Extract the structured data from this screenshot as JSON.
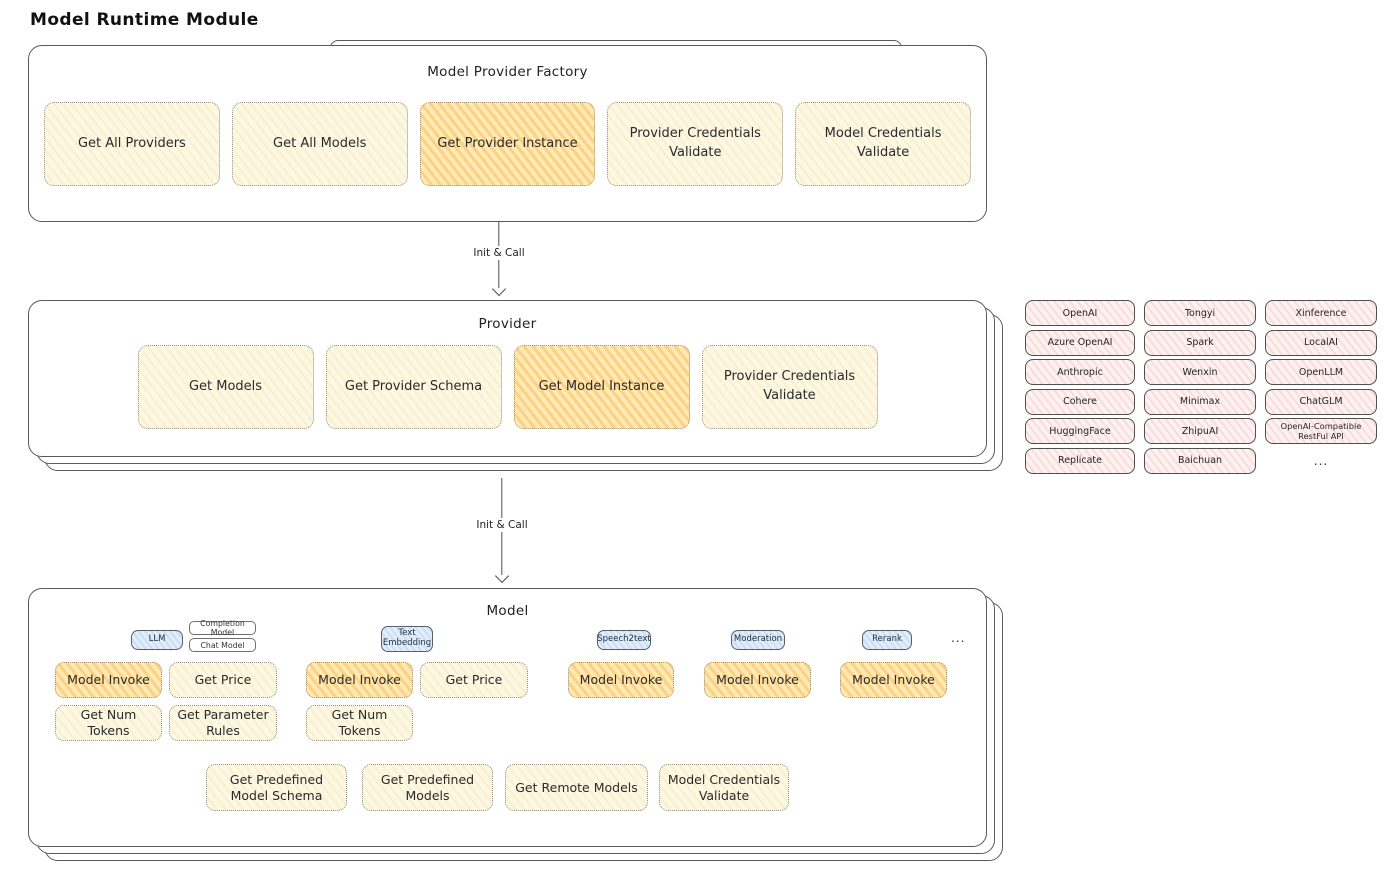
{
  "page": {
    "title": "Model Runtime Module"
  },
  "factory": {
    "title": "Model Provider Factory",
    "buttons": [
      {
        "label": "Get All Providers",
        "highlighted": false
      },
      {
        "label": "Get All Models",
        "highlighted": false
      },
      {
        "label": "Get Provider Instance",
        "highlighted": true
      },
      {
        "label": "Provider Credentials Validate",
        "highlighted": false
      },
      {
        "label": "Model Credentials Validate",
        "highlighted": false
      }
    ]
  },
  "arrows": [
    {
      "label": "Init & Call"
    },
    {
      "label": "Init & Call"
    }
  ],
  "provider": {
    "title": "Provider",
    "buttons": [
      {
        "label": "Get Models",
        "highlighted": false
      },
      {
        "label": "Get Provider Schema",
        "highlighted": false
      },
      {
        "label": "Get Model Instance",
        "highlighted": true
      },
      {
        "label": "Provider Credentials Validate",
        "highlighted": false
      }
    ]
  },
  "provider_list": {
    "rows": [
      [
        "OpenAI",
        "Tongyi",
        "Xinference"
      ],
      [
        "Azure OpenAI",
        "Spark",
        "LocalAI"
      ],
      [
        "Anthropic",
        "Wenxin",
        "OpenLLM"
      ],
      [
        "Cohere",
        "Minimax",
        "ChatGLM"
      ],
      [
        "HuggingFace",
        "ZhipuAI",
        "OpenAI-Compatible RestFul API"
      ],
      [
        "Replicate",
        "Baichuan",
        "..."
      ]
    ]
  },
  "model": {
    "title": "Model",
    "tags": {
      "llm": "LLM",
      "completion_model": "Completion Model",
      "chat_model": "Chat Model",
      "text_embedding": "Text Embedding",
      "speech2text": "Speech2text",
      "moderation": "Moderation",
      "rerank": "Rerank",
      "more": "..."
    },
    "buttons": {
      "llm_model_invoke": "Model Invoke",
      "llm_get_price": "Get Price",
      "llm_get_num_tokens": "Get Num Tokens",
      "llm_get_parameter_rules": "Get Parameter Rules",
      "te_model_invoke": "Model Invoke",
      "te_get_price": "Get Price",
      "te_get_num_tokens": "Get Num Tokens",
      "s2t_model_invoke": "Model Invoke",
      "mod_model_invoke": "Model Invoke",
      "rerank_model_invoke": "Model Invoke"
    },
    "bottom_buttons": [
      "Get Predefined Model Schema",
      "Get Predefined Models",
      "Get Remote Models",
      "Model Credentials Validate"
    ]
  },
  "colors": {
    "button_fill": "#fdf8e4",
    "highlight_fill": "#ffe5ab",
    "chip_fill": "#fdf1f1",
    "tag_fill": "#e2eefb",
    "stroke": "#5a5a5a"
  }
}
